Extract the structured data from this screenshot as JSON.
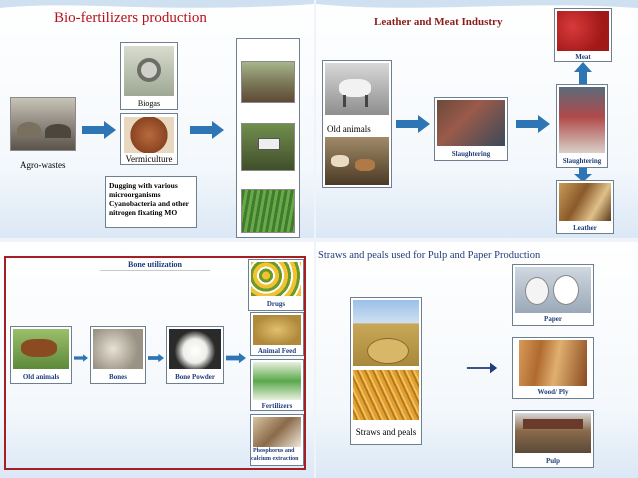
{
  "colors": {
    "arrow": "#2e75b6",
    "title_q1": "#b5121b",
    "title_q2": "#8b1a1a",
    "title_q3": "#1f3d7a",
    "title_q4": "#1f3d7a",
    "frame_q3": "#a31f24"
  },
  "biofertilizers": {
    "title": "Bio-fertilizers production",
    "agro_wastes": "Agro-wastes",
    "biogas": "Biogas",
    "vermiculture": "Vermiculture",
    "note_lines": [
      "Dugging with various",
      "microorganisms",
      "Cyanobacteria and other",
      "nitrogen fixating MO"
    ]
  },
  "leather": {
    "title": "Leather and Meat Industry",
    "old_animals": "Old animals",
    "slaughtering_1": "Slaughtering",
    "slaughtering_2": "Slaughtering",
    "meat": "Meat",
    "leather": "Leather"
  },
  "bone": {
    "title": "Bone utilization",
    "old_animals": "Old animals",
    "bones": "Bones",
    "bone_powder": "Bone Powder",
    "drugs": "Drugs",
    "animal_feed": "Animal Feed",
    "fertilizers": "Fertilizers",
    "phosphorus_lines": [
      "Phosphorus and",
      "calcium extraction"
    ]
  },
  "pulp": {
    "title": "Straws and peals used for Pulp and Paper Production",
    "straws": "Straws and peals",
    "paper": "Paper",
    "wood": "Wood/ Ply",
    "pulp": "Pulp"
  },
  "icons": [
    "arrow-right-icon",
    "arrow-up-icon",
    "arrow-down-icon"
  ]
}
